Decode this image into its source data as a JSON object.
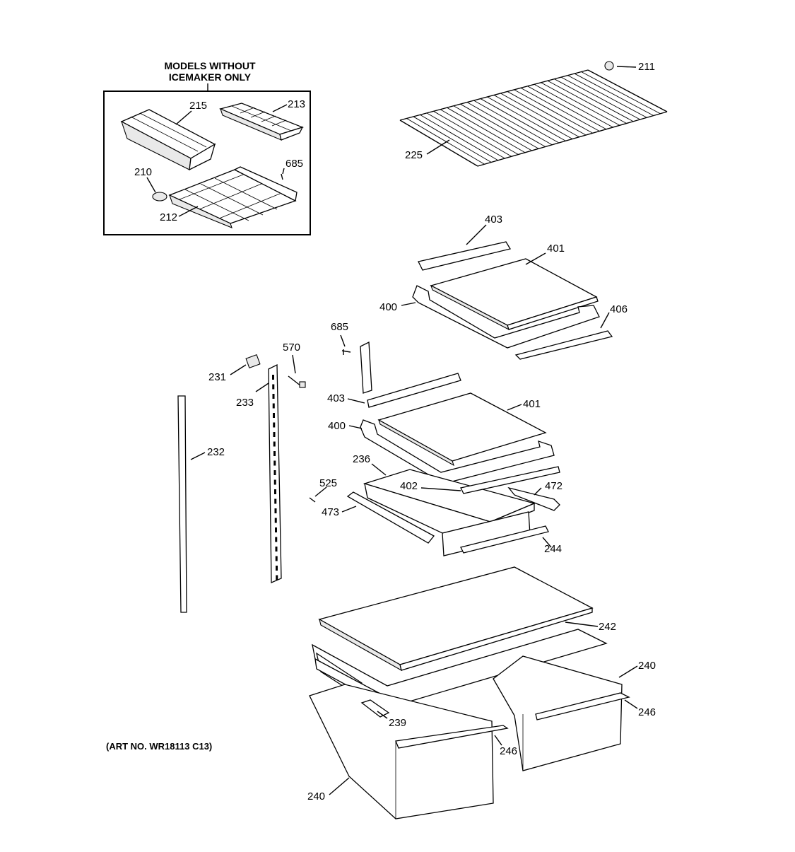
{
  "inset": {
    "header_line1": "MODELS WITHOUT",
    "header_line2": "ICEMAKER ONLY"
  },
  "art_number": "(ART NO. WR18113 C13)",
  "callouts": {
    "c215": "215",
    "c213": "213",
    "c685a": "685",
    "c210": "210",
    "c212": "212",
    "c211": "211",
    "c225": "225",
    "c403a": "403",
    "c401a": "401",
    "c400a": "400",
    "c406": "406",
    "c685b": "685",
    "c570": "570",
    "c231": "231",
    "c233": "233",
    "c232": "232",
    "c403b": "403",
    "c401b": "401",
    "c400b": "400",
    "c236": "236",
    "c525": "525",
    "c402": "402",
    "c472": "472",
    "c473": "473",
    "c244": "244",
    "c242": "242",
    "c240a": "240",
    "c246a": "246",
    "c239": "239",
    "c246b": "246",
    "c240b": "240"
  }
}
